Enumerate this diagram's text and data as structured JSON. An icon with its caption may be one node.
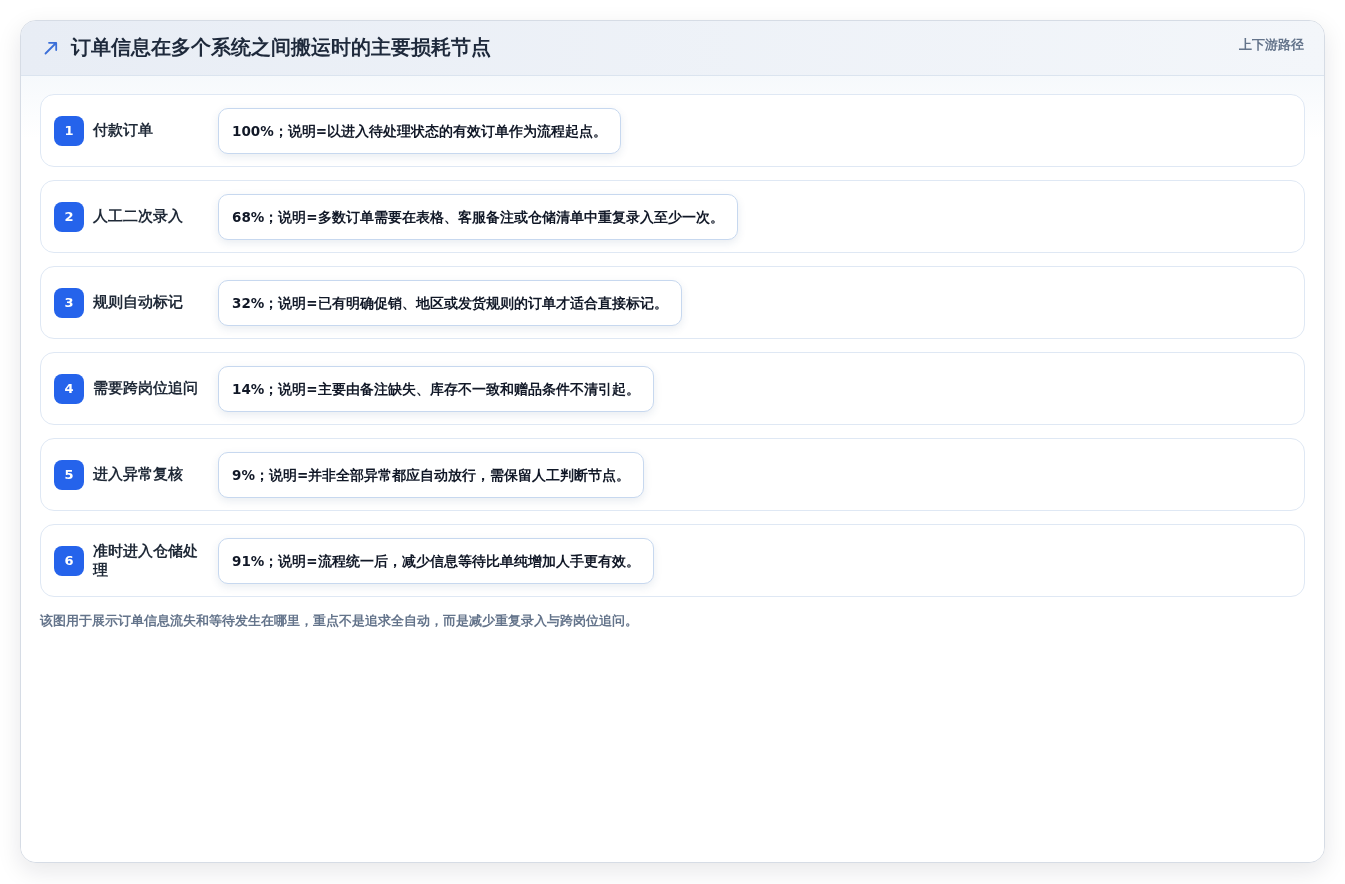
{
  "diagram": {
    "title": "订单信息在多个系统之间搬运时的主要损耗节点",
    "caption": "该图用于展示订单信息流失和等待发生在哪里，重点不是追求全自动，而是减少重复录入与跨岗位追问。",
    "labels": [
      "上下游路径"
    ],
    "nodes": [
      {
        "text": [
          "付款订单"
        ]
      },
      {
        "text": [
          "1"
        ],
        "in": 0
      },
      {
        "text": [
          "100%；说明=以进入待处理状态的有效订单作为流程起点。"
        ],
        "in": 0
      },
      {
        "text": [
          "人工二次录入"
        ]
      },
      {
        "text": [
          "2"
        ],
        "in": 3
      },
      {
        "text": [
          "68%；说明=多数订单需要在表格、客服备注或仓储清单中重复录入至少一次。"
        ],
        "in": 3
      },
      {
        "text": [
          "规则自动标记"
        ]
      },
      {
        "text": [
          "3"
        ],
        "in": 6
      },
      {
        "text": [
          "32%；说明=已有明确促销、地区或发货规则的订单才适合直接标记。"
        ],
        "in": 6
      },
      {
        "text": [
          "需要跨岗位追问"
        ]
      },
      {
        "text": [
          "4"
        ],
        "in": 9
      },
      {
        "text": [
          "14%；说明=主要由备注缺失、库存不一致和赠品条件不清引起。"
        ],
        "in": 9
      },
      {
        "text": [
          "进入异常复核"
        ]
      },
      {
        "text": [
          "5"
        ],
        "in": 12
      },
      {
        "text": [
          "9%；说明=并非全部异常都应自动放行，需保留人工判断节点。"
        ],
        "in": 12
      },
      {
        "text": [
          "准时进入仓储处理"
        ]
      },
      {
        "text": [
          "6"
        ],
        "in": 15
      },
      {
        "text": [
          "91%；说明=流程统一后，减少信息等待比单纯增加人手更有效。"
        ],
        "in": 15
      }
    ]
  }
}
